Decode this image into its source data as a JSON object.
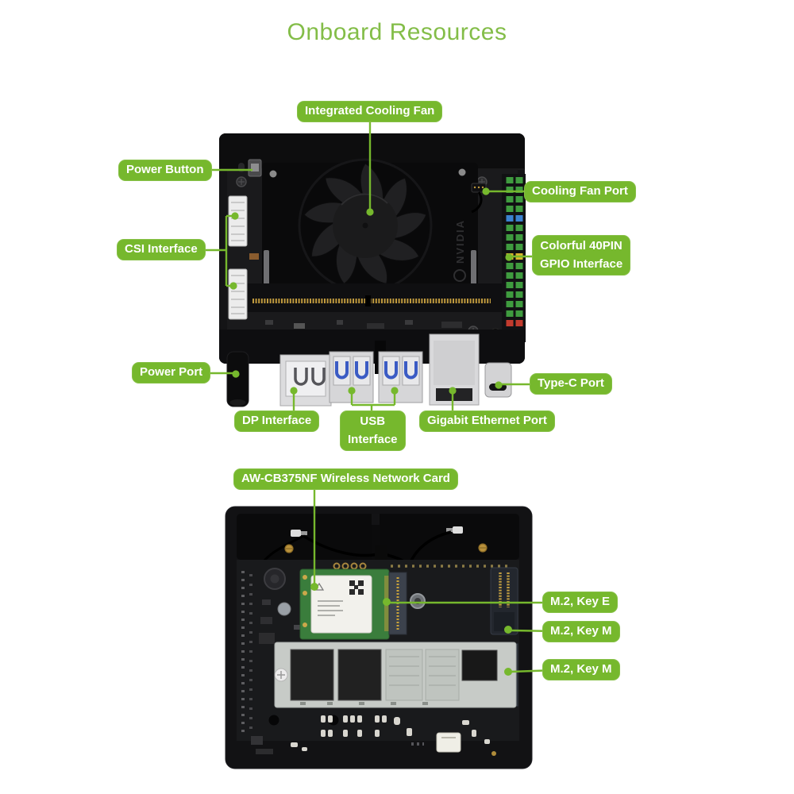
{
  "title": "Onboard Resources",
  "colors": {
    "accent_green": "#76b82d",
    "title_green": "#83bd48",
    "label_text": "#ffffff",
    "board_black": "#141416",
    "pcb_dark": "#1a1a1c",
    "usb_blue": "#3b5bc4",
    "pcb_green": "#3a7d3c",
    "ssd_silver": "#c7cbc7"
  },
  "markings": {
    "nvidia": "NVIDIA"
  },
  "top_board": {
    "labels": {
      "fan": "Integrated Cooling Fan",
      "power_button": "Power Button",
      "fan_port": "Cooling Fan Port",
      "csi": "CSI Interface",
      "gpio_line1": "Colorful 40PIN",
      "gpio_line2": "GPIO Interface",
      "power_port": "Power Port",
      "type_c": "Type-C Port",
      "dp": "DP Interface",
      "usb_line1": "USB",
      "usb_line2": "Interface",
      "ethernet": "Gigabit Ethernet Port"
    }
  },
  "bottom_board": {
    "labels": {
      "wireless": "AW-CB375NF Wireless Network Card",
      "m2_key_e": "M.2, Key E",
      "m2_key_m_1": "M.2, Key M",
      "m2_key_m_2": "M.2, Key M"
    }
  }
}
